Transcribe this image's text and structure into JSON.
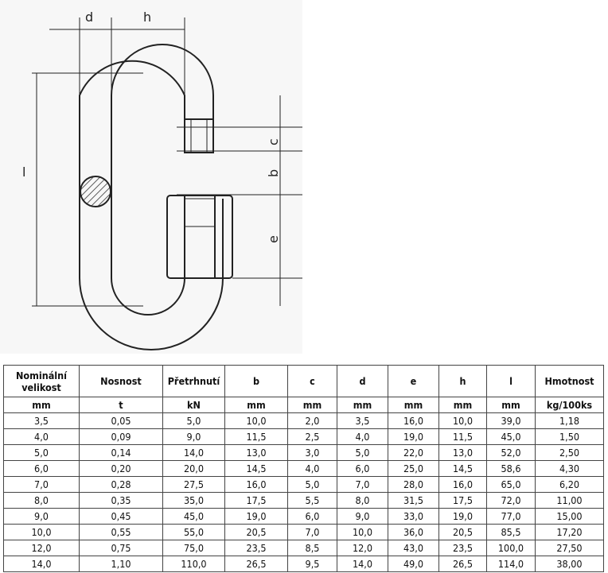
{
  "drawing": {
    "labels": {
      "d": "d",
      "h": "h",
      "l": "l",
      "c": "c",
      "b": "b",
      "e": "e"
    }
  },
  "table": {
    "headers": [
      "Nominální velikost",
      "Nosnost",
      "Přetrhnutí",
      "b",
      "c",
      "d",
      "e",
      "h",
      "l",
      "Hmotnost"
    ],
    "units": [
      "mm",
      "t",
      "kN",
      "mm",
      "mm",
      "mm",
      "mm",
      "mm",
      "mm",
      "kg/100ks"
    ],
    "rows": [
      [
        "3,5",
        "0,05",
        "5,0",
        "10,0",
        "2,0",
        "3,5",
        "16,0",
        "10,0",
        "39,0",
        "1,18"
      ],
      [
        "4,0",
        "0,09",
        "9,0",
        "11,5",
        "2,5",
        "4,0",
        "19,0",
        "11,5",
        "45,0",
        "1,50"
      ],
      [
        "5,0",
        "0,14",
        "14,0",
        "13,0",
        "3,0",
        "5,0",
        "22,0",
        "13,0",
        "52,0",
        "2,50"
      ],
      [
        "6,0",
        "0,20",
        "20,0",
        "14,5",
        "4,0",
        "6,0",
        "25,0",
        "14,5",
        "58,6",
        "4,30"
      ],
      [
        "7,0",
        "0,28",
        "27,5",
        "16,0",
        "5,0",
        "7,0",
        "28,0",
        "16,0",
        "65,0",
        "6,20"
      ],
      [
        "8,0",
        "0,35",
        "35,0",
        "17,5",
        "5,5",
        "8,0",
        "31,5",
        "17,5",
        "72,0",
        "11,00"
      ],
      [
        "9,0",
        "0,45",
        "45,0",
        "19,0",
        "6,0",
        "9,0",
        "33,0",
        "19,0",
        "77,0",
        "15,00"
      ],
      [
        "10,0",
        "0,55",
        "55,0",
        "20,5",
        "7,0",
        "10,0",
        "36,0",
        "20,5",
        "85,5",
        "17,20"
      ],
      [
        "12,0",
        "0,75",
        "75,0",
        "23,5",
        "8,5",
        "12,0",
        "43,0",
        "23,5",
        "100,0",
        "27,50"
      ],
      [
        "14,0",
        "1,10",
        "110,0",
        "26,5",
        "9,5",
        "14,0",
        "49,0",
        "26,5",
        "114,0",
        "38,00"
      ]
    ]
  }
}
